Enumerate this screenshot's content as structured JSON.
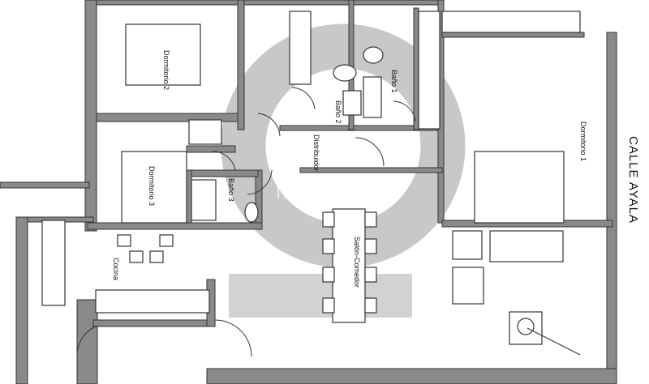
{
  "rooms": {
    "dormitorio_2": "Dormitorio 2",
    "dormitorio_3": "Dormitorio 3",
    "dormitorio_1": "Dormitorio 1",
    "bano_1": "Baño 1",
    "bano_2": "Baño 2",
    "bano_3": "Baño 3",
    "distribuidor": "Distribuidor",
    "salon_comedor": "Salón-Comedor",
    "cocina": "Cocina"
  },
  "street": "CALLE AYALA",
  "watermark": "habitaclia",
  "colors": {
    "walls": "#8a8a8a",
    "watermark": "#c8c8c8"
  }
}
